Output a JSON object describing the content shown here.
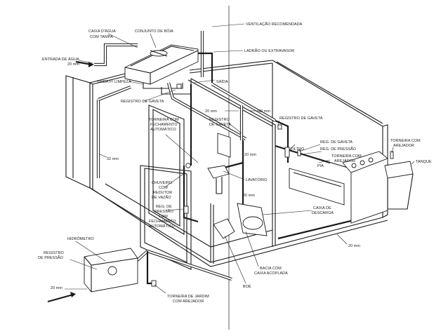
{
  "labels": {
    "ventilacao": "VENTILAÇÃO RECOMENDADA",
    "conjunto_boia": "CONJUNTO DE BÓIA",
    "caixa_agua_1": "CAIXA D'ÁGUA",
    "caixa_agua_2": "COM TAMPA",
    "ladrao": "LADRÃO OU EXTRAVASOR",
    "entrada_agua": "ENTRADA DE ÁGUA",
    "entrada_mm": "20 mm",
    "saida_limpeza": "SAÍDA P/ LIMPEZA",
    "saida": "SAÍDA",
    "registro_gaveta_top": "REGISTRO DE GAVETA",
    "mm_20_a": "20 mm",
    "mm_40": "40 mm",
    "registro_gaveta_mid_1": "REGISTRO",
    "registro_gaveta_mid_2": "DE GAVETA",
    "registro_gaveta_right": "REGISTRO DE GAVETA",
    "torneira_fech_1": "TORNEIRA COM",
    "torneira_fech_2": "FECHAMENTO",
    "torneira_fech_3": "AUTOMÁTICO",
    "reg_gaveta_2": "REG. DE GAVETA",
    "filtro": "FILTRO",
    "reg_pressao": "REG. DE PRESSÃO",
    "torneira_arejador_1": "TORNEIRA COM",
    "torneira_arejador_2": "AREJADOR",
    "torneira_arejador_right_1": "TORNEIRA COM",
    "torneira_arejador_right_2": "AREJADOR",
    "tanque": "TANQUE",
    "pia": "PIA",
    "mm_32": "32 mm",
    "mm_20_b": "20 mm",
    "lavatorio": "LAVATÓRIO",
    "chuveiro_1": "CHUVEIRO",
    "chuveiro_2": "COM",
    "chuveiro_3": "REDUTOR",
    "chuveiro_4": "DE VAZÃO",
    "reg_pressao_fech_1": "REG. DE",
    "reg_pressao_fech_2": "PRESSÃO",
    "reg_pressao_fech_3": "COM",
    "reg_pressao_fech_4": "FECHAMENTO",
    "reg_pressao_fech_5": "AUTOMÁTICO",
    "caixa_descarga_1": "CAIXA DE",
    "caixa_descarga_2": "DESCARGA",
    "mm_20_c": "20 mm",
    "hidrometro": "HIDRÔMETRO",
    "registro_pressao_1": "REGISTRO",
    "registro_pressao_2": "DE PRESSÃO",
    "mm_20_d": "20 mm",
    "bacia_1": "BACIA COM",
    "bacia_2": "CAIXA ACOPLADA",
    "boe": "BOÉ",
    "torneira_jardim_1": "TORNEIRA DE JARDIM",
    "torneira_jardim_2": "COM AREJADOR"
  }
}
